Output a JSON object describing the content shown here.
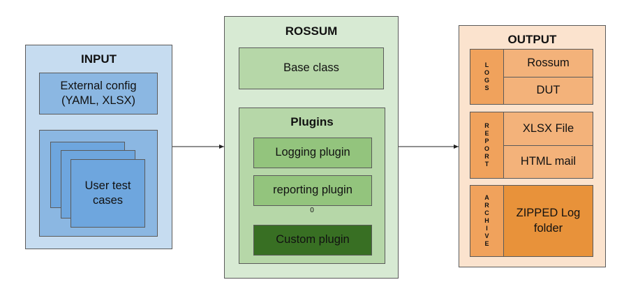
{
  "input": {
    "title": "INPUT",
    "external_config": "External config (YAML, XLSX)",
    "test_cases": "User test cases"
  },
  "rossum": {
    "title": "ROSSUM",
    "base_class": "Base class",
    "plugins_title": "Plugins",
    "logging_plugin": "Logging plugin",
    "reporting_plugin": "reporting plugin",
    "plugin_count": "0",
    "custom_plugin": "Custom plugin"
  },
  "output": {
    "title": "OUTPUT",
    "logs": {
      "tag": [
        "L",
        "O",
        "G",
        "S"
      ],
      "items": [
        "Rossum",
        "DUT"
      ]
    },
    "report": {
      "tag": [
        "R",
        "E",
        "P",
        "O",
        "R",
        "T"
      ],
      "items": [
        "XLSX File",
        "HTML mail"
      ]
    },
    "archive": {
      "tag": [
        "A",
        "R",
        "C",
        "H",
        "I",
        "V",
        "E"
      ],
      "items": [
        "ZIPPED Log folder"
      ]
    }
  },
  "colors": {
    "input_panel": "#c6dcf0",
    "input_box": "#8bb7e2",
    "input_sheet": "#6ea6de",
    "rossum_panel": "#d7ead3",
    "rossum_box": "#b6d7a8",
    "plugin_box": "#93c47d",
    "custom_plugin": "#386f23",
    "output_panel": "#fbe3ce",
    "output_tag": "#f0a25c",
    "output_cell": "#f3b27a",
    "archive_cell": "#e8923a"
  }
}
